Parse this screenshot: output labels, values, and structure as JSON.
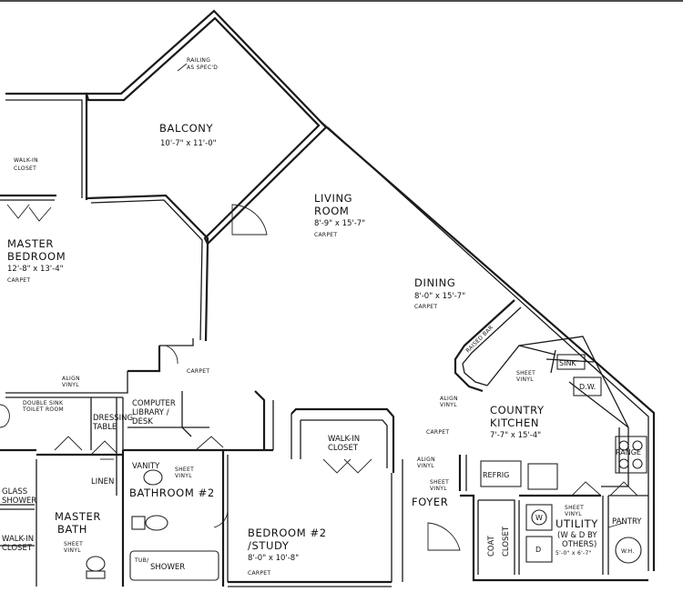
{
  "plan": {
    "railing_note": [
      "RAILING",
      "AS SPEC'D"
    ],
    "rooms": {
      "balcony": {
        "name": "BALCONY",
        "dims": "10'-7\" x 11'-0\""
      },
      "living": {
        "name_l1": "LIVING",
        "name_l2": "ROOM",
        "dims": "8'-9\" x 15'-7\"",
        "floor": "CARPET"
      },
      "dining": {
        "name": "DINING",
        "dims": "8'-0\" x 15'-7\"",
        "floor": "CARPET"
      },
      "master_bedroom": {
        "name_l1": "MASTER",
        "name_l2": "BEDROOM",
        "dims": "12'-8\" x 13'-4\"",
        "floor": "CARPET"
      },
      "walkin_closet_1": {
        "name_l1": "WALK-IN",
        "name_l2": "CLOSET"
      },
      "country_kitchen": {
        "name_l1": "COUNTRY",
        "name_l2": "KITCHEN",
        "dims": "7'-7\" x 15'-4\""
      },
      "foyer": {
        "name": "FOYER"
      },
      "bedroom2": {
        "name_l1": "BEDROOM #2",
        "name_l2": "/STUDY",
        "dims": "8'-0\" x 10'-8\"",
        "floor": "CARPET"
      },
      "walkin_closet_2": {
        "name_l1": "WALK-IN",
        "name_l2": "CLOSET"
      },
      "bathroom": {
        "name": "BATHROOM #2"
      },
      "master_bath": {
        "name_l1": "MASTER",
        "name_l2": "BATH"
      },
      "utility": {
        "name_l1": "UTILITY",
        "name_l2": "(W & D BY",
        "name_l3": "OTHERS)",
        "dims": "5'-0\" x 6'-7\""
      },
      "pantry": {
        "name": "PANTRY"
      },
      "computer_desk": {
        "name_l1": "COMPUTER",
        "name_l2": "LIBRARY /",
        "name_l3": "DESK"
      },
      "dressing_table": {
        "name_l1": "DRESSING",
        "name_l2": "TABLE"
      },
      "walkin_closet_3": {
        "name_l1": "WALK-IN",
        "name_l2": "CLOSET"
      },
      "glass_shower": {
        "name_l1": "GLASS",
        "name_l2": "SHOWER"
      },
      "master_closet_left": {
        "name": "CLOSET"
      }
    },
    "fixtures": {
      "raised_bar": "RAISED BAR",
      "sink": "SINK",
      "dw": "D.W.",
      "range": "RANGE",
      "refrig": "REFRIG",
      "coat_closet": [
        "COAT",
        "CLOSET"
      ],
      "washer": "W",
      "dryer": "D",
      "wh": "W.H.",
      "linen": "LINEN",
      "vanity": "VANITY",
      "tub_shower": [
        "TUB/",
        "SHOWER"
      ]
    },
    "notes": {
      "sheet_vinyl": [
        "SHEET",
        "VINYL"
      ],
      "align_vinyl": [
        "ALIGN",
        "VINYL"
      ],
      "carpet": "CARPET",
      "double_sink": [
        "DOUBLE SINK",
        "TOILET ROOM"
      ]
    }
  }
}
